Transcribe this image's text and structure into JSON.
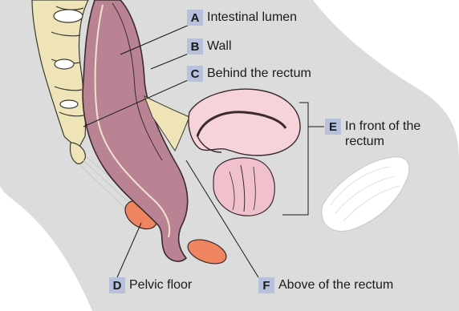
{
  "labels": {
    "A": {
      "letter": "A",
      "text": "Intestinal lumen"
    },
    "B": {
      "letter": "B",
      "text": "Wall"
    },
    "C": {
      "letter": "C",
      "text": "Behind the rectum"
    },
    "D": {
      "letter": "D",
      "text": "Pelvic floor"
    },
    "E": {
      "letter": "E",
      "text": "In front of the rectum"
    },
    "F": {
      "letter": "F",
      "text": "Above of the rectum"
    }
  },
  "colors": {
    "background": "#dcdcdc",
    "rectum": "#b98393",
    "rectum_outline": "#3a2a2e",
    "bone": "#efe3b8",
    "uterus": "#f6d3d8",
    "ovary": "#f0c0cc",
    "pelvic_floor": "#ee8460",
    "badge": "#b7c1dd"
  }
}
